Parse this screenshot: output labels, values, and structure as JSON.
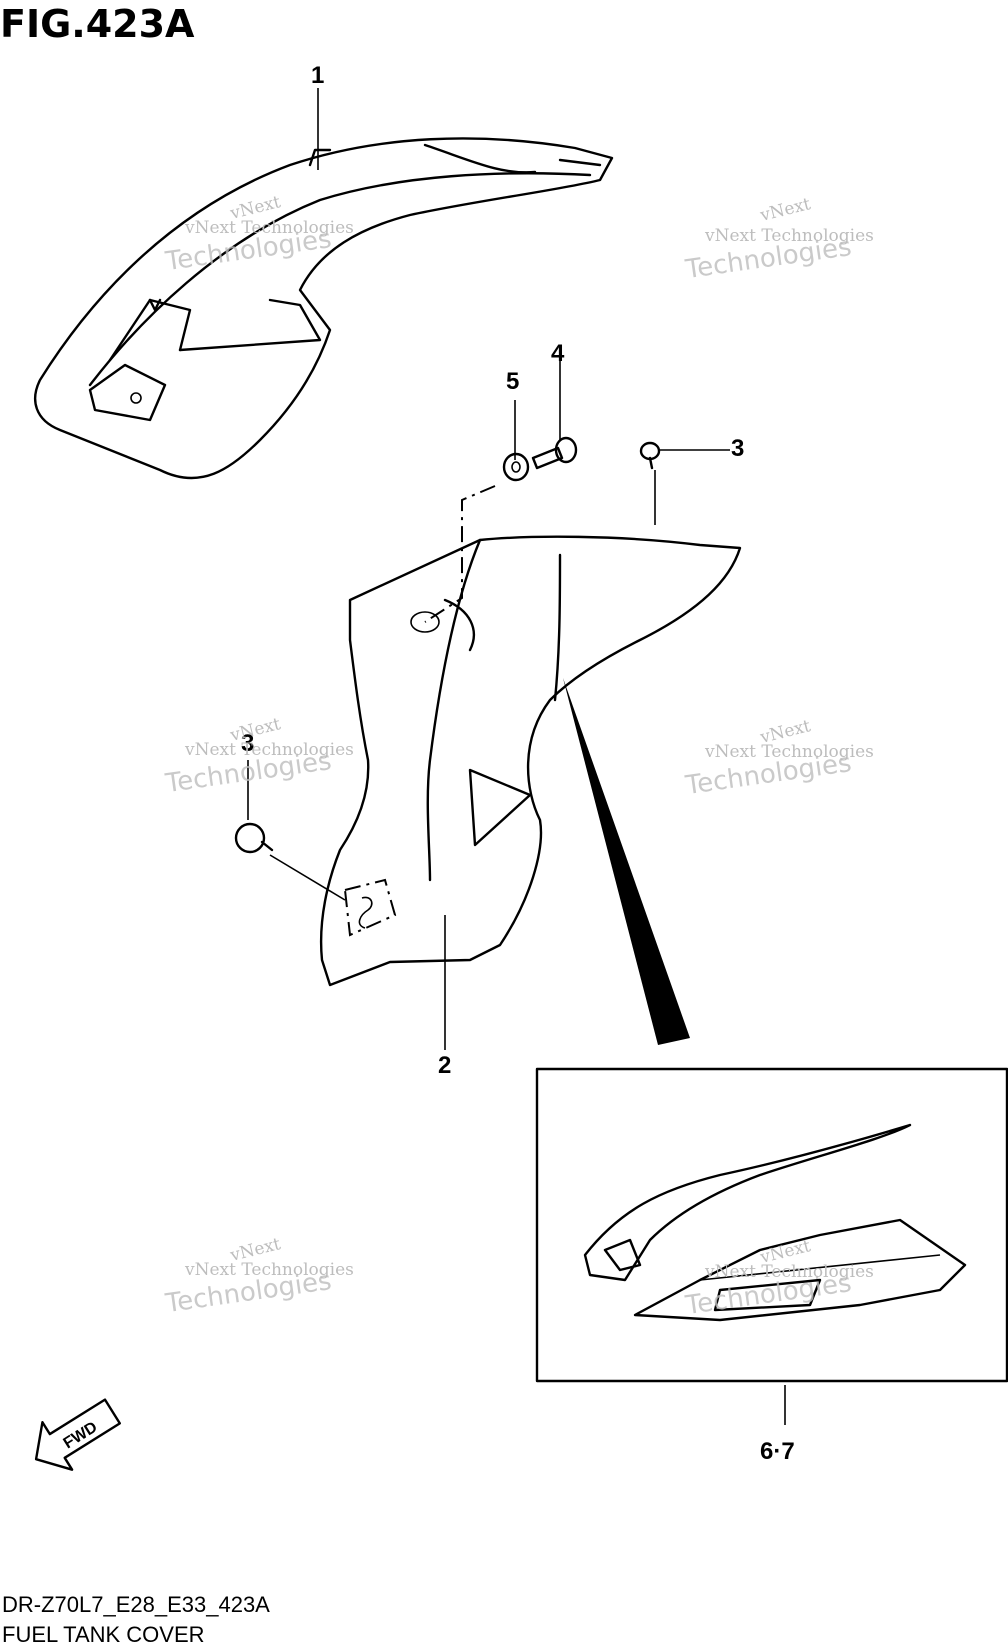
{
  "figure": {
    "title": "FIG.423A"
  },
  "callouts": {
    "c1": "1",
    "c2": "2",
    "c3a": "3",
    "c3b": "3",
    "c4": "4",
    "c5": "5",
    "c67": "6·7"
  },
  "fwd_label": "FWD",
  "watermark": {
    "line1": "vNext Technologies",
    "line2": "Technologies",
    "line3": "vNext"
  },
  "footer": {
    "code": "DR-Z70L7_E28_E33_423A",
    "name": "FUEL TANK COVER"
  }
}
